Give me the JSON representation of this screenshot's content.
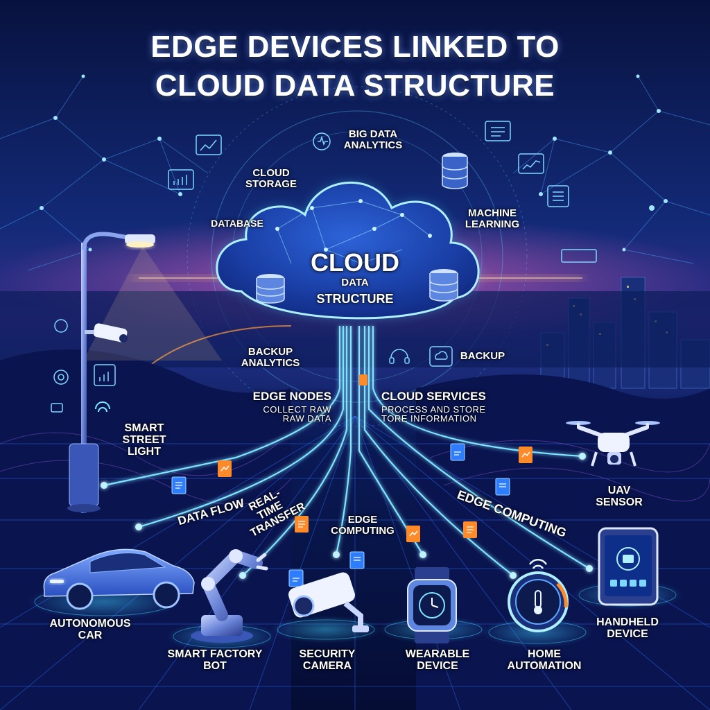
{
  "title": {
    "line1": "EDGE DEVICES LINKED TO",
    "line2": "CLOUD DATA STRUCTURE"
  },
  "cloud": {
    "line1": "CLOUD",
    "line2": "DATA",
    "line3": "STRUCTURE"
  },
  "cloud_labels": {
    "big_data": "BIG DATA ANALYTICS",
    "cloud_storage": "CLOUD STORAGE",
    "database": "DATABASE",
    "machine_learning": "MACHINE LEARNING",
    "backup_analytics": "BACKUP ANALYTICS",
    "backup": "BACKUP"
  },
  "columns": {
    "edge_nodes": {
      "title": "EDGE NODES",
      "desc": "COLLECT RAW RAW DATA"
    },
    "cloud_services": {
      "title": "CLOUD SERVICES",
      "desc": "PROCESS AND STORE TORE INFORMATION"
    }
  },
  "flow_labels": {
    "data_flow": "DATA FLOW",
    "real_time": "REAL-TIME TRANSFER",
    "edge_computing_center": "EDGE COMPUTING",
    "edge_computing_right": "EDGE COMPUTING"
  },
  "devices": {
    "street_light": "SMART STREET LIGHT",
    "uav": "UAV SENSOR",
    "car": "AUTONOMOUS CAR",
    "factory_bot": "SMART FACTORY BOT",
    "security_camera": "SECURITY CAMERA",
    "wearable": "WEARABLE DEVICE",
    "home_automation": "HOME AUTOMATION",
    "handheld": "HANDHELD DEVICE"
  },
  "colors": {
    "background": "#06103a",
    "glow": "#3fd0ff",
    "accent_orange": "#ff8a2a",
    "line_blue": "#7fe4ff"
  },
  "icons": [
    "streetlight-icon",
    "cctv-icon",
    "drone-icon",
    "car-icon",
    "robot-arm-icon",
    "camera-icon",
    "smartwatch-icon",
    "thermostat-icon",
    "tablet-icon",
    "database-icon",
    "chart-icon",
    "document-icon"
  ]
}
